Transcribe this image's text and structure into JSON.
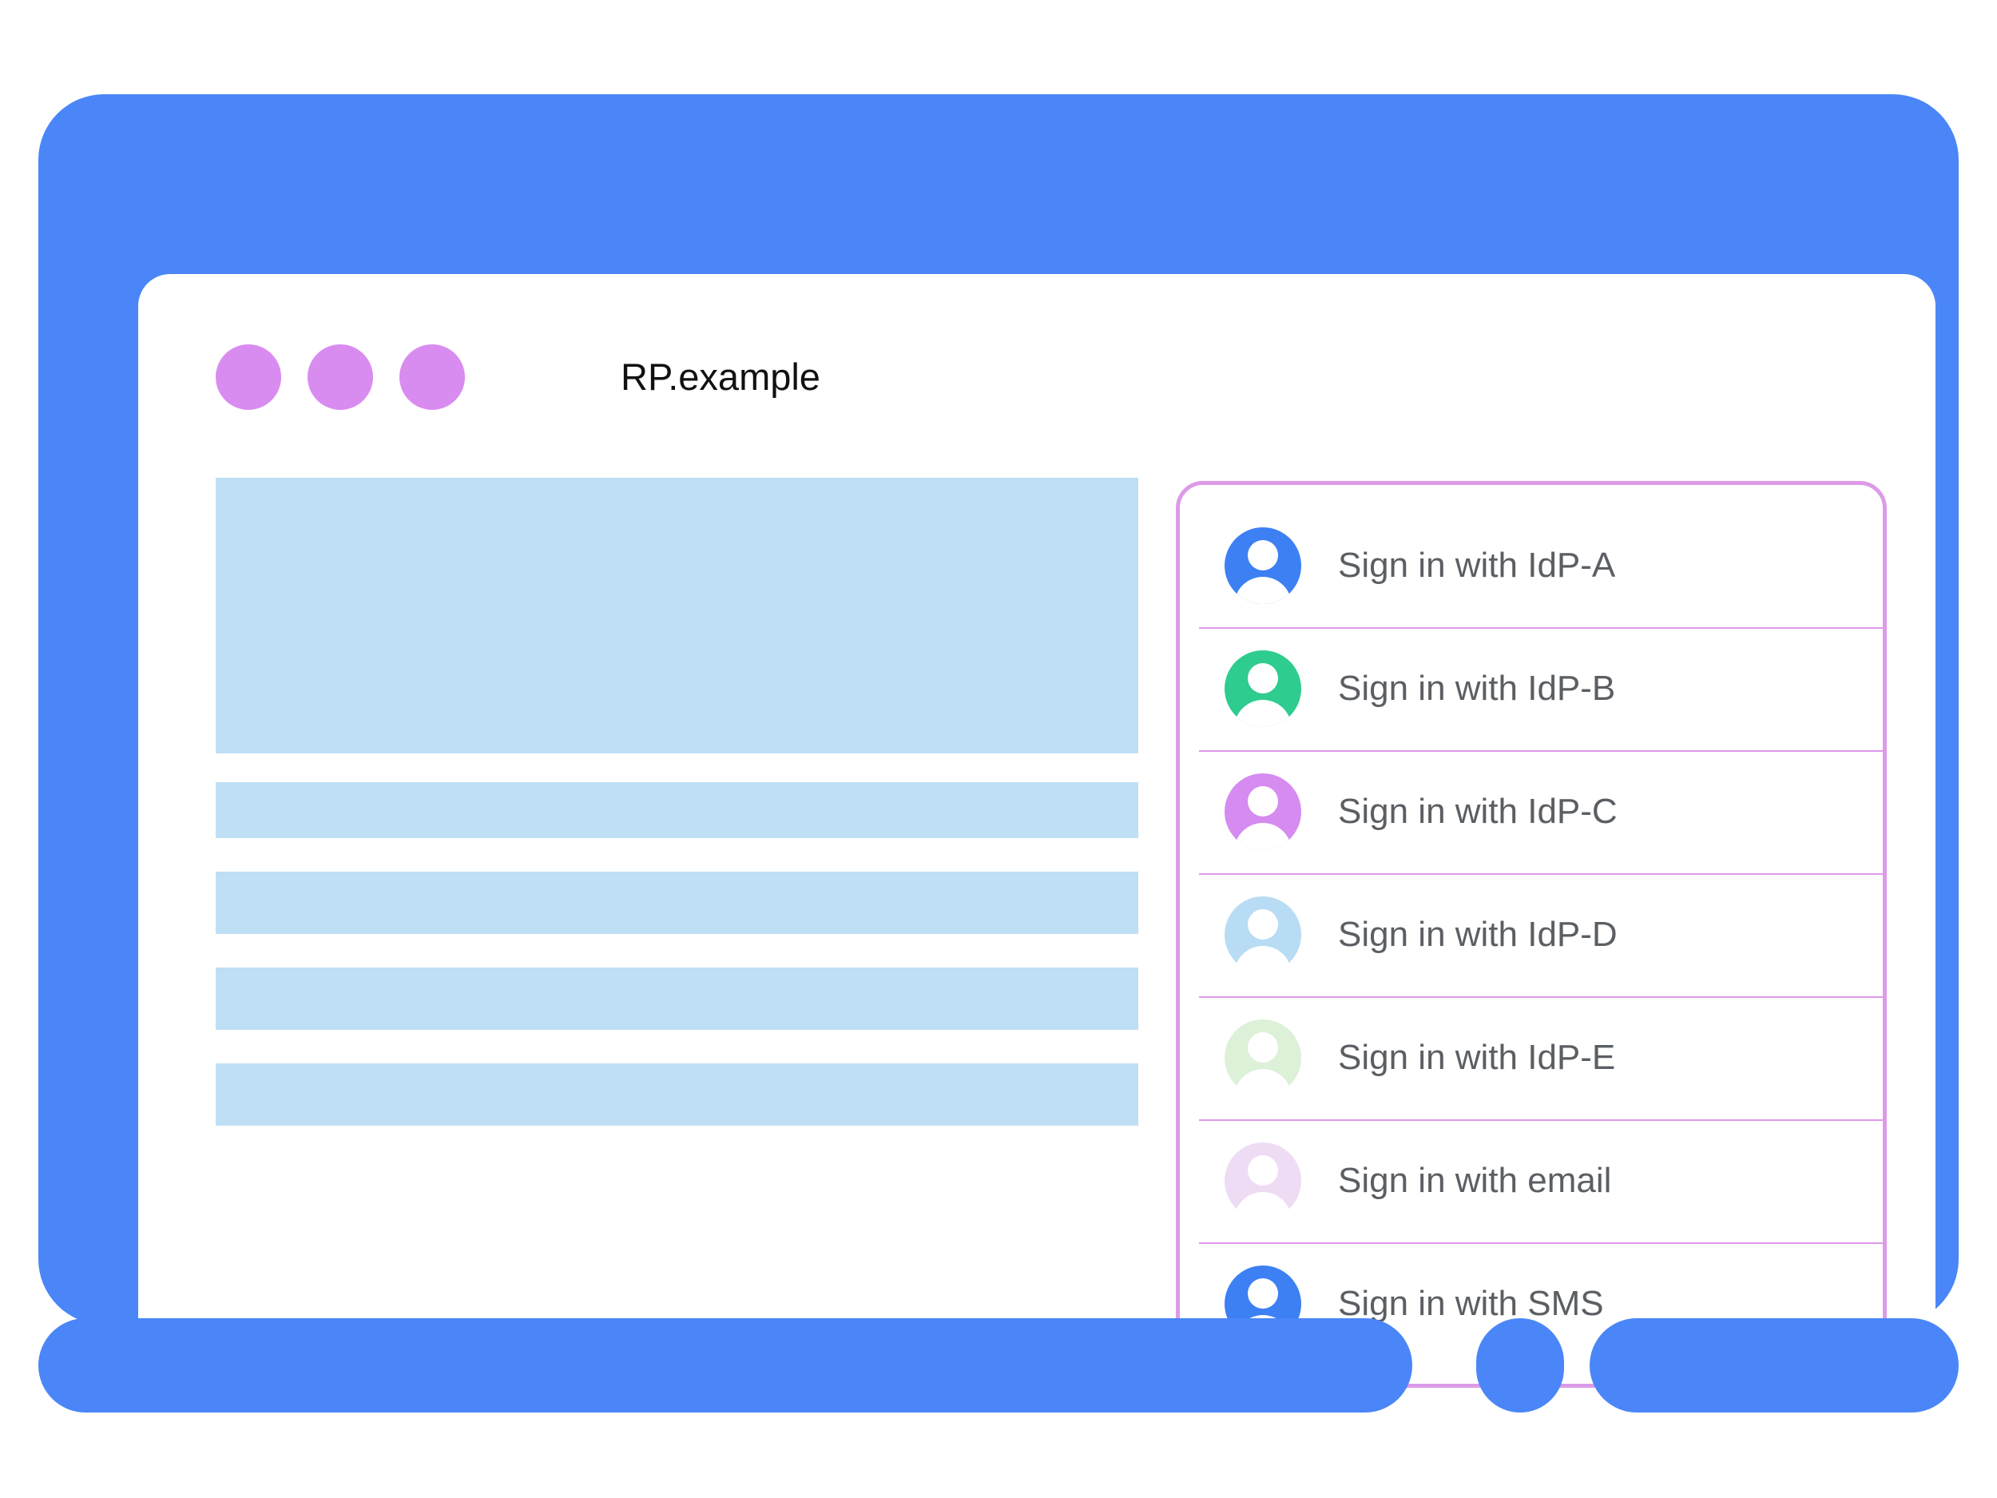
{
  "theme": {
    "frame_blue": "#4a86f7",
    "panel_border_purple": "#dd9ae8",
    "placeholder_blue": "#bfdff5",
    "window_dot_purple": "#d98cf0",
    "label_gray": "#5b5f63",
    "title_black": "#111111"
  },
  "titlebar": {
    "title": "RP.example",
    "window_dots": [
      "dot-1",
      "dot-2",
      "dot-3"
    ]
  },
  "content": {
    "placeholder_blocks": [
      {
        "name": "hero-block"
      },
      {
        "name": "text-bar-1"
      },
      {
        "name": "text-bar-2"
      },
      {
        "name": "text-bar-3"
      },
      {
        "name": "text-bar-4"
      }
    ]
  },
  "account_chooser": {
    "accounts": [
      {
        "label": "Sign in with IdP-A",
        "avatar_color": "#3d80f3",
        "icon": "avatar-icon"
      },
      {
        "label": "Sign in with IdP-B",
        "avatar_color": "#2ecc8f",
        "icon": "avatar-icon"
      },
      {
        "label": "Sign in with IdP-C",
        "avatar_color": "#d68bf0",
        "icon": "avatar-icon"
      },
      {
        "label": "Sign in with IdP-D",
        "avatar_color": "#b8dcf3",
        "icon": "avatar-icon"
      },
      {
        "label": "Sign in with IdP-E",
        "avatar_color": "#ddf0d8",
        "icon": "avatar-icon"
      },
      {
        "label": "Sign in with email",
        "avatar_color": "#eedcf5",
        "icon": "avatar-icon"
      },
      {
        "label": "Sign in with SMS",
        "avatar_color": "#3d80f3",
        "icon": "avatar-icon"
      }
    ]
  }
}
